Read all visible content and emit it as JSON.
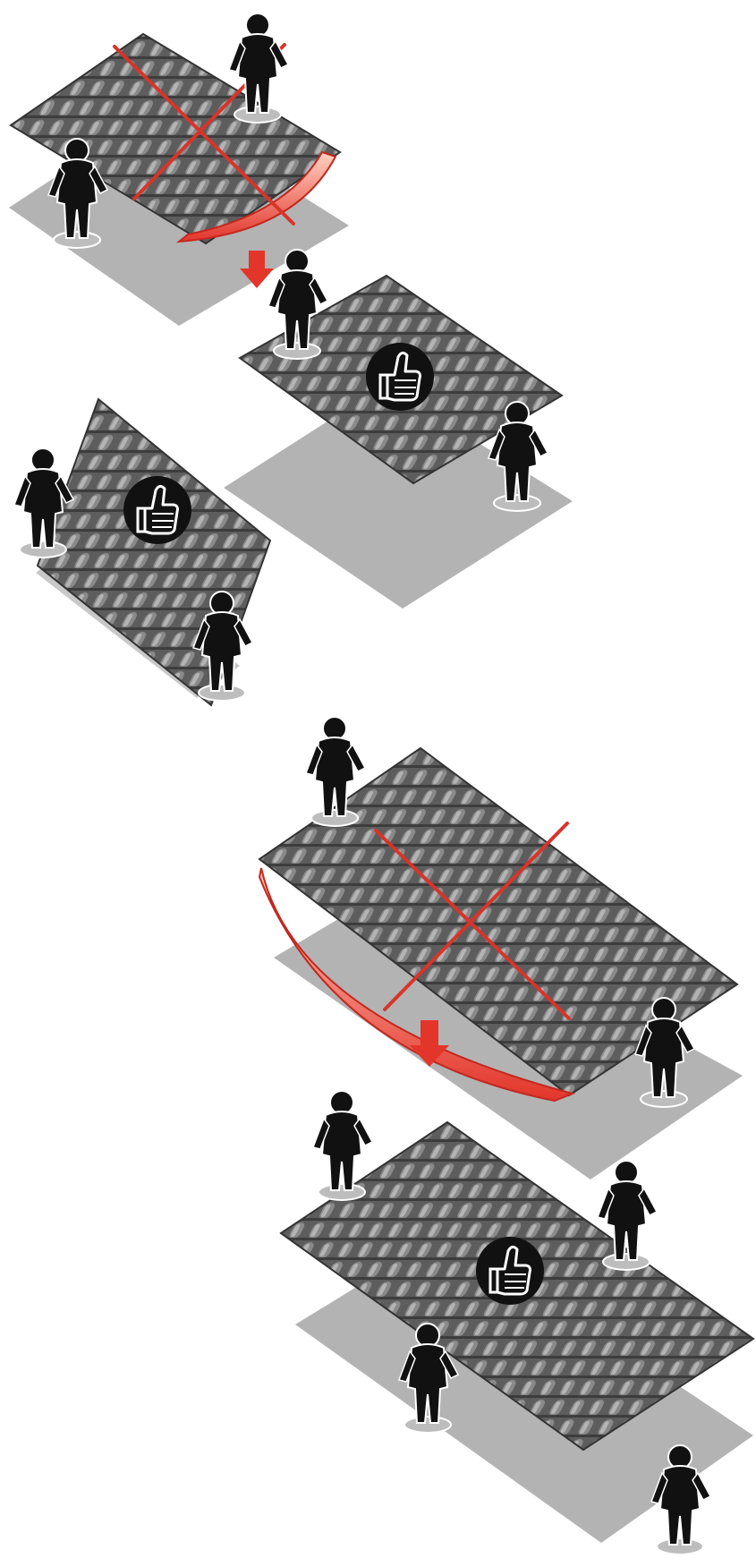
{
  "diagram": {
    "panels": [
      {
        "id": "sag-short-side",
        "verdict": "wrong",
        "verdict_icon": "cross-icon",
        "carriers": 2,
        "orientation": "horizontal",
        "sag": true
      },
      {
        "id": "flat-short-side",
        "verdict": "correct",
        "verdict_icon": "thumbs-up-icon",
        "carriers": 2,
        "orientation": "horizontal",
        "sag": false
      },
      {
        "id": "upright-edge",
        "verdict": "correct",
        "verdict_icon": "thumbs-up-icon",
        "carriers": 2,
        "orientation": "vertical",
        "sag": false
      },
      {
        "id": "sag-long-sheet",
        "verdict": "wrong",
        "verdict_icon": "cross-icon",
        "carriers": 2,
        "orientation": "horizontal",
        "sag": true
      },
      {
        "id": "flat-long-sheet",
        "verdict": "correct",
        "verdict_icon": "thumbs-up-icon",
        "carriers": 4,
        "orientation": "horizontal",
        "sag": false
      }
    ]
  },
  "colors": {
    "sheet": "#6b6b6b",
    "sheet_dark": "#3a3a3a",
    "sheet_light": "#9a9a9a",
    "floor": "#b3b3b3",
    "person": "#111111",
    "warning": "#d8342a",
    "sag_fill": "#f06a4a",
    "badge": "#111111"
  }
}
